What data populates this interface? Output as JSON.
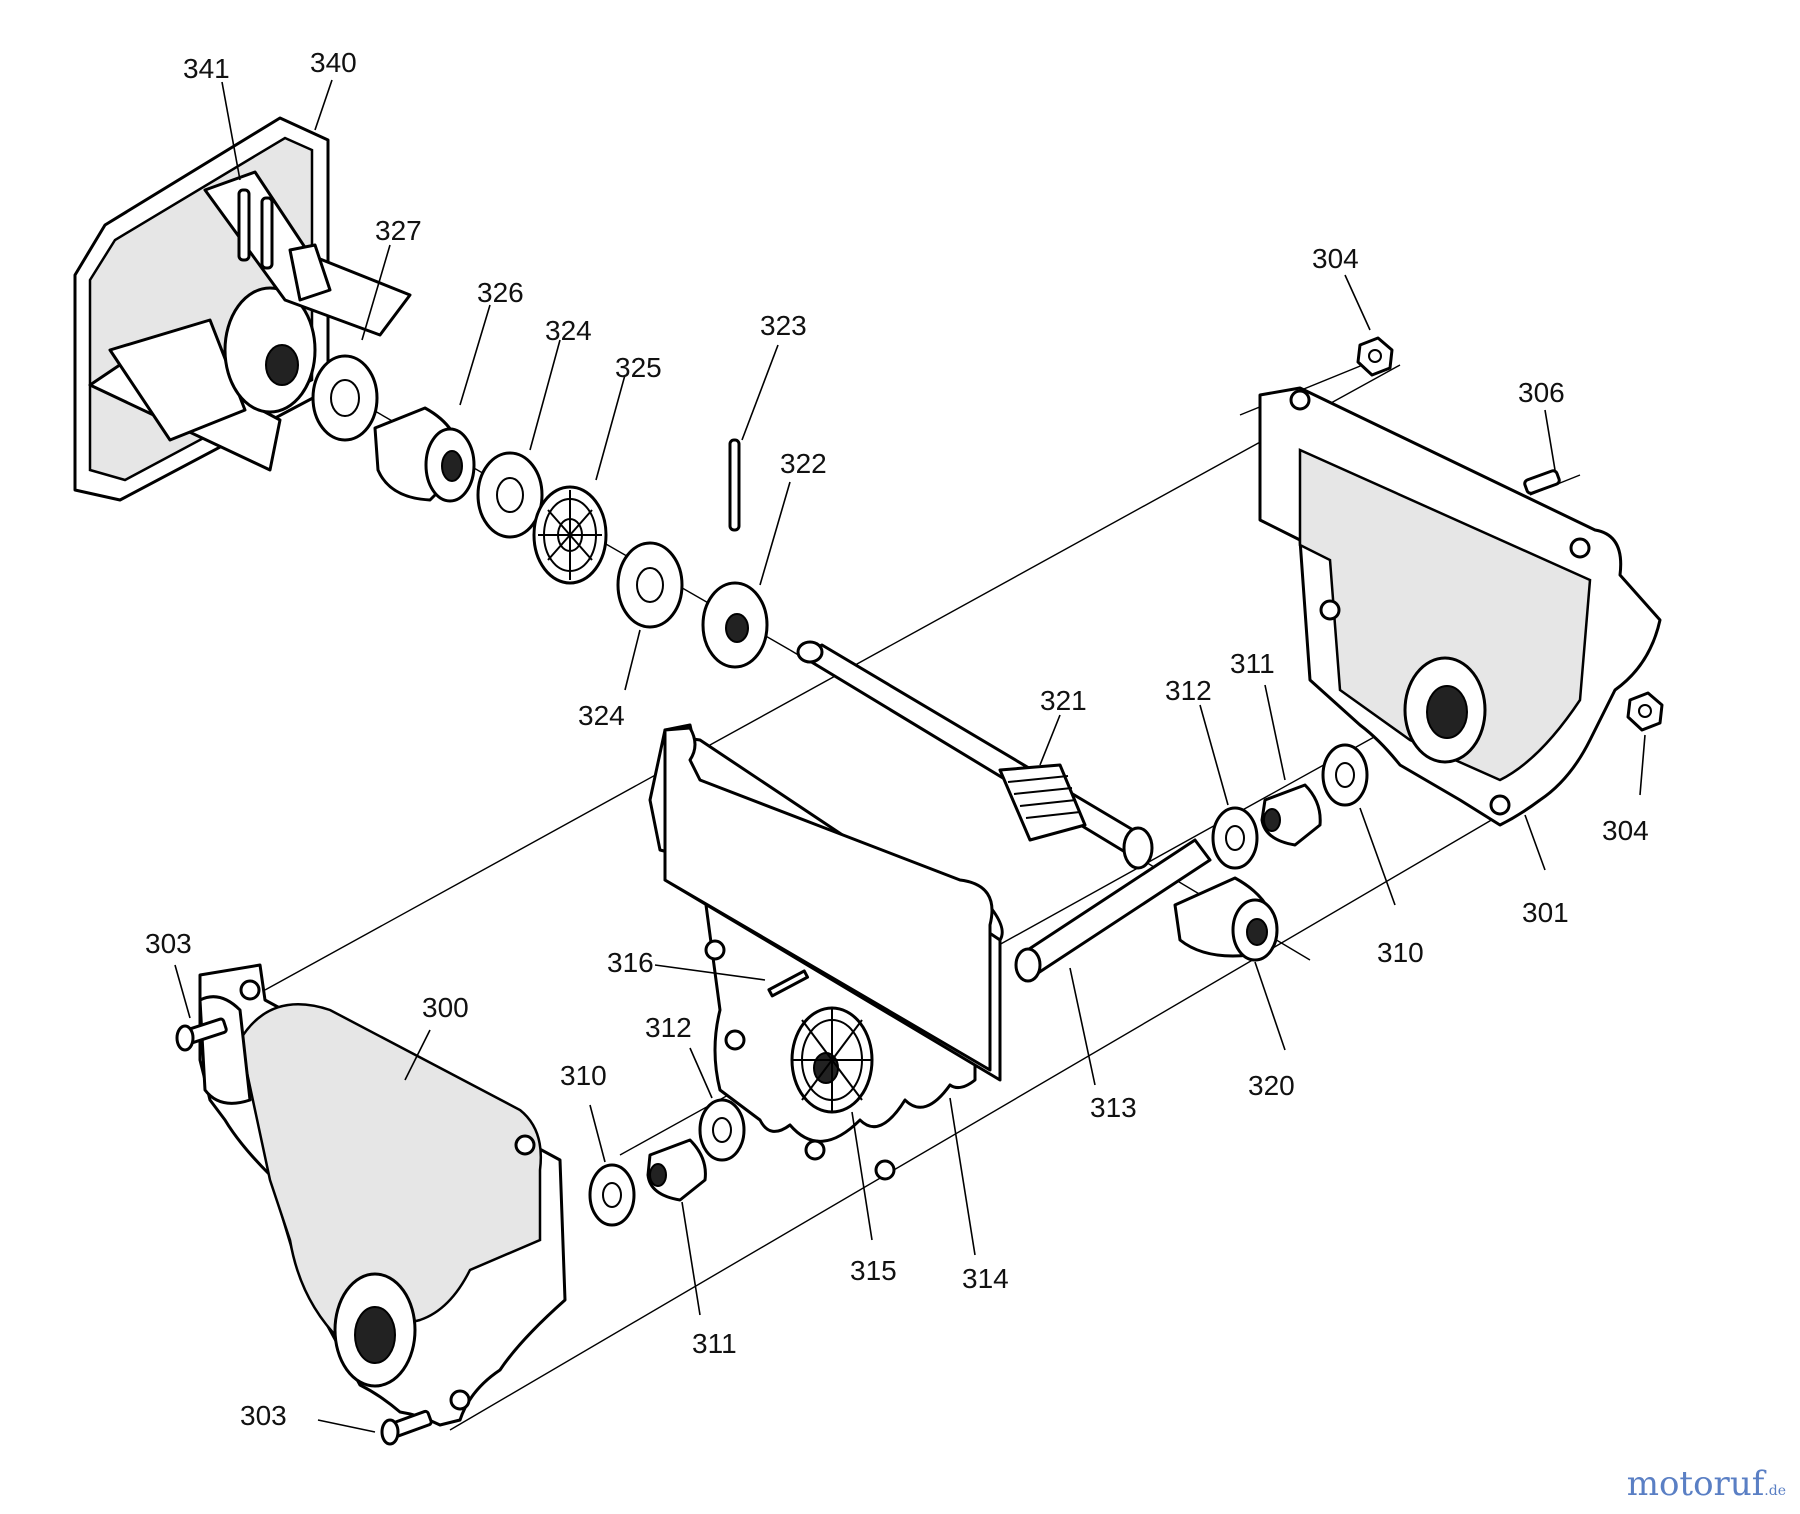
{
  "diagram": {
    "callouts": {
      "c341": "341",
      "c340": "340",
      "c327": "327",
      "c326": "326",
      "c324a": "324",
      "c325": "325",
      "c323": "323",
      "c322": "322",
      "c324b": "324",
      "c304a": "304",
      "c306": "306",
      "c321": "321",
      "c312a": "312",
      "c311a": "311",
      "c304b": "304",
      "c301": "301",
      "c310a": "310",
      "c303a": "303",
      "c300": "300",
      "c316": "316",
      "c312b": "312",
      "c310b": "310",
      "c313": "313",
      "c320": "320",
      "c315": "315",
      "c314": "314",
      "c311b": "311",
      "c303b": "303"
    }
  },
  "watermark": {
    "text": "motoruf",
    "tld": ".de"
  }
}
